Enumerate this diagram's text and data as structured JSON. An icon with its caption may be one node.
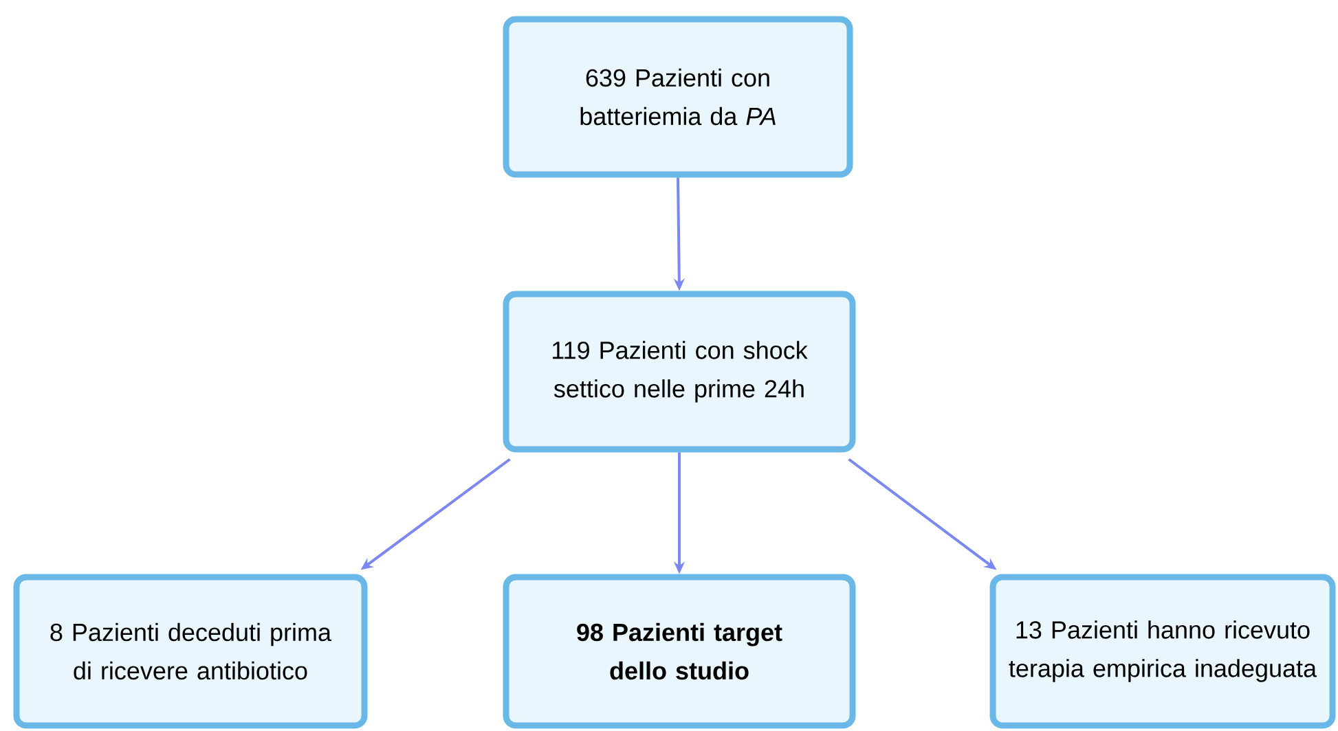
{
  "diagram": {
    "nodes": [
      {
        "text": [
          "639 Pazienti con batteriemia da *PA*"
        ]
      },
      {
        "text": [
          "119 Pazienti con shock settico nelle prime 24h"
        ]
      },
      {
        "text": [
          "8 Pazienti deceduti prima di ricevere antibiotico"
        ]
      },
      {
        "text": [
          "98 Pazienti target dello studio"
        ]
      },
      {
        "text": [
          "13 Pazienti hanno ricevuto terapia empirica inadeguata"
        ]
      }
    ],
    "edges": [
      {
        "from": 0,
        "to": 1,
        "arrow": "to"
      },
      {
        "from": 1,
        "to": 2,
        "arrow": "to"
      },
      {
        "from": 1,
        "to": 3,
        "arrow": "to"
      },
      {
        "from": 1,
        "to": 4,
        "arrow": "to"
      }
    ]
  }
}
